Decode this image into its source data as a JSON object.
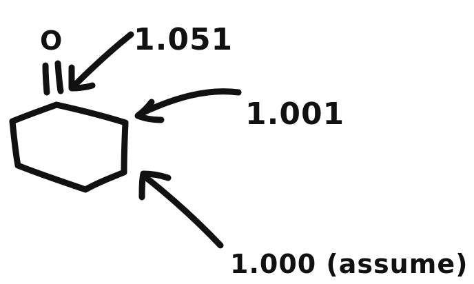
{
  "molecule": {
    "atom_label": "O"
  },
  "annotations": [
    {
      "id": "carbonyl",
      "text": "1.051"
    },
    {
      "id": "alpha",
      "text": "1.001"
    },
    {
      "id": "beta",
      "text": "1.000 (assume)"
    }
  ],
  "colors": {
    "ink": "#111111",
    "background": "#ffffff"
  }
}
